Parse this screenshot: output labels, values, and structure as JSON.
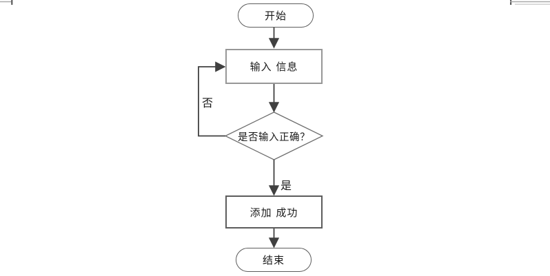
{
  "diagram": {
    "type": "flowchart",
    "title": "add-record-flowchart",
    "nodes": [
      {
        "id": "start",
        "shape": "terminator",
        "label": "开始"
      },
      {
        "id": "input",
        "shape": "process",
        "label": "输入 信息"
      },
      {
        "id": "decision",
        "shape": "decision",
        "label": "是否输入正确？"
      },
      {
        "id": "success",
        "shape": "process",
        "label": "添加 成功"
      },
      {
        "id": "end",
        "shape": "terminator",
        "label": "结束"
      }
    ],
    "edges": [
      {
        "from": "start",
        "to": "input",
        "label": ""
      },
      {
        "from": "input",
        "to": "decision",
        "label": ""
      },
      {
        "from": "decision",
        "to": "input",
        "label": "否"
      },
      {
        "from": "decision",
        "to": "success",
        "label": "是"
      },
      {
        "from": "success",
        "to": "end",
        "label": ""
      }
    ],
    "colors": {
      "connector": "#404040",
      "shape_border_light": "#979797",
      "shape_border_dark": "#5c5c5c",
      "text": "#1a1a1a",
      "background": "#ffffff"
    }
  }
}
